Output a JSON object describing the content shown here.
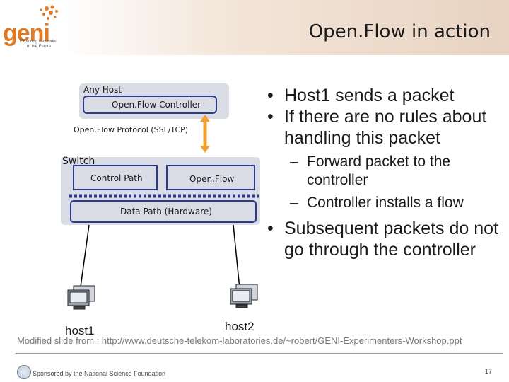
{
  "header": {
    "title": "Open.Flow in action",
    "logo_word": "geni",
    "logo_tagline": [
      "Exploring Networks",
      "of the Future"
    ]
  },
  "diagram": {
    "any_host_label": "Any Host",
    "controller_label": "Open.Flow Controller",
    "protocol_label": "Open.Flow Protocol (SSL/TCP)",
    "switch_label": "Switch",
    "control_path_label": "Control Path",
    "openflow_label": "Open.Flow",
    "data_path_label": "Data Path (Hardware)",
    "host1_label": "host1",
    "host2_label": "host2",
    "icons": [
      "computer-icon",
      "computer-icon"
    ]
  },
  "bullets": {
    "b1": "Host1 sends a packet",
    "b2": "If there are no rules about handling this packet",
    "b2_sub1": "Forward packet to the controller",
    "b2_sub2": "Controller installs a flow",
    "b3": "Subsequent packets do not go through the controller"
  },
  "footer": {
    "caption": "Modified slide from : http://www.deutsche-telekom-laboratories.de/~robert/GENI-Experimenters-Workshop.ppt",
    "sponsor": "Sponsored by the National Science Foundation",
    "page_number": "17"
  },
  "colors": {
    "accent": "#e07a24",
    "box_fill": "#d9dce4",
    "box_border": "#2b3a8c"
  }
}
